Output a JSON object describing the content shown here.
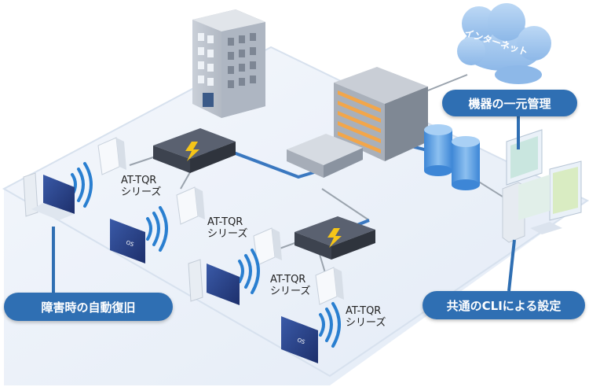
{
  "cloud_label": "インターネット",
  "callouts": {
    "management": "機器の一元管理",
    "recovery": "障害時の自動復旧",
    "cli": "共通のCLIによる設定"
  },
  "ap_labels": [
    {
      "line1": "AT-TQR",
      "line2": "シリーズ"
    },
    {
      "line1": "AT-TQR",
      "line2": "シリーズ"
    },
    {
      "line1": "AT-TQR",
      "line2": "シリーズ"
    },
    {
      "line1": "AT-TQR",
      "line2": "シリーズ"
    }
  ],
  "colors": {
    "accent": "#2f6fb3",
    "floor": "#eef3fa",
    "link": "#3a78c0",
    "wifi": "#2a7fd0",
    "server_orange": "#f2a64a"
  },
  "icons": [
    "office-building-icon",
    "cloud-icon",
    "server-rack-icon",
    "database-icon",
    "switch-icon",
    "wireless-ap-icon",
    "laptop-icon",
    "monitor-icon"
  ]
}
